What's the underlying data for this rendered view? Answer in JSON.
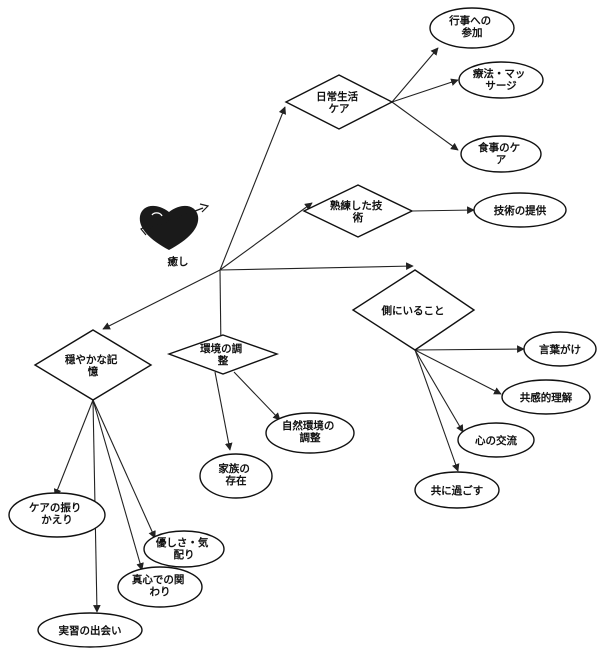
{
  "center": {
    "label": "癒し",
    "icon": "heart-with-arrow-icon"
  },
  "nodes": {
    "daily_care": "日常生活 ケア",
    "event": "行事への 参加",
    "therapy": "療法・マッ サージ",
    "meal": "食事のケ ア",
    "skill": "熟練した技 術",
    "skill_offer": "技術の提供",
    "being_there": "側にいること",
    "words": "言葉がけ",
    "empathy": "共感的理解",
    "heart_exchange": "心の交流",
    "together": "共に過ごす",
    "env": "環境の調 整",
    "natural_env": "自然環境の 調整",
    "family": "家族の 存在",
    "gentle_record": "穏やかな記 憶",
    "care_reflect": "ケアの振り かえり",
    "kindness": "優しさ・気 配り",
    "sincere": "真心での関 わり",
    "meeting": "実習の出会い"
  },
  "colors": {
    "stroke": "#111111",
    "background": "#ffffff",
    "heart": "#1a1a1a"
  }
}
